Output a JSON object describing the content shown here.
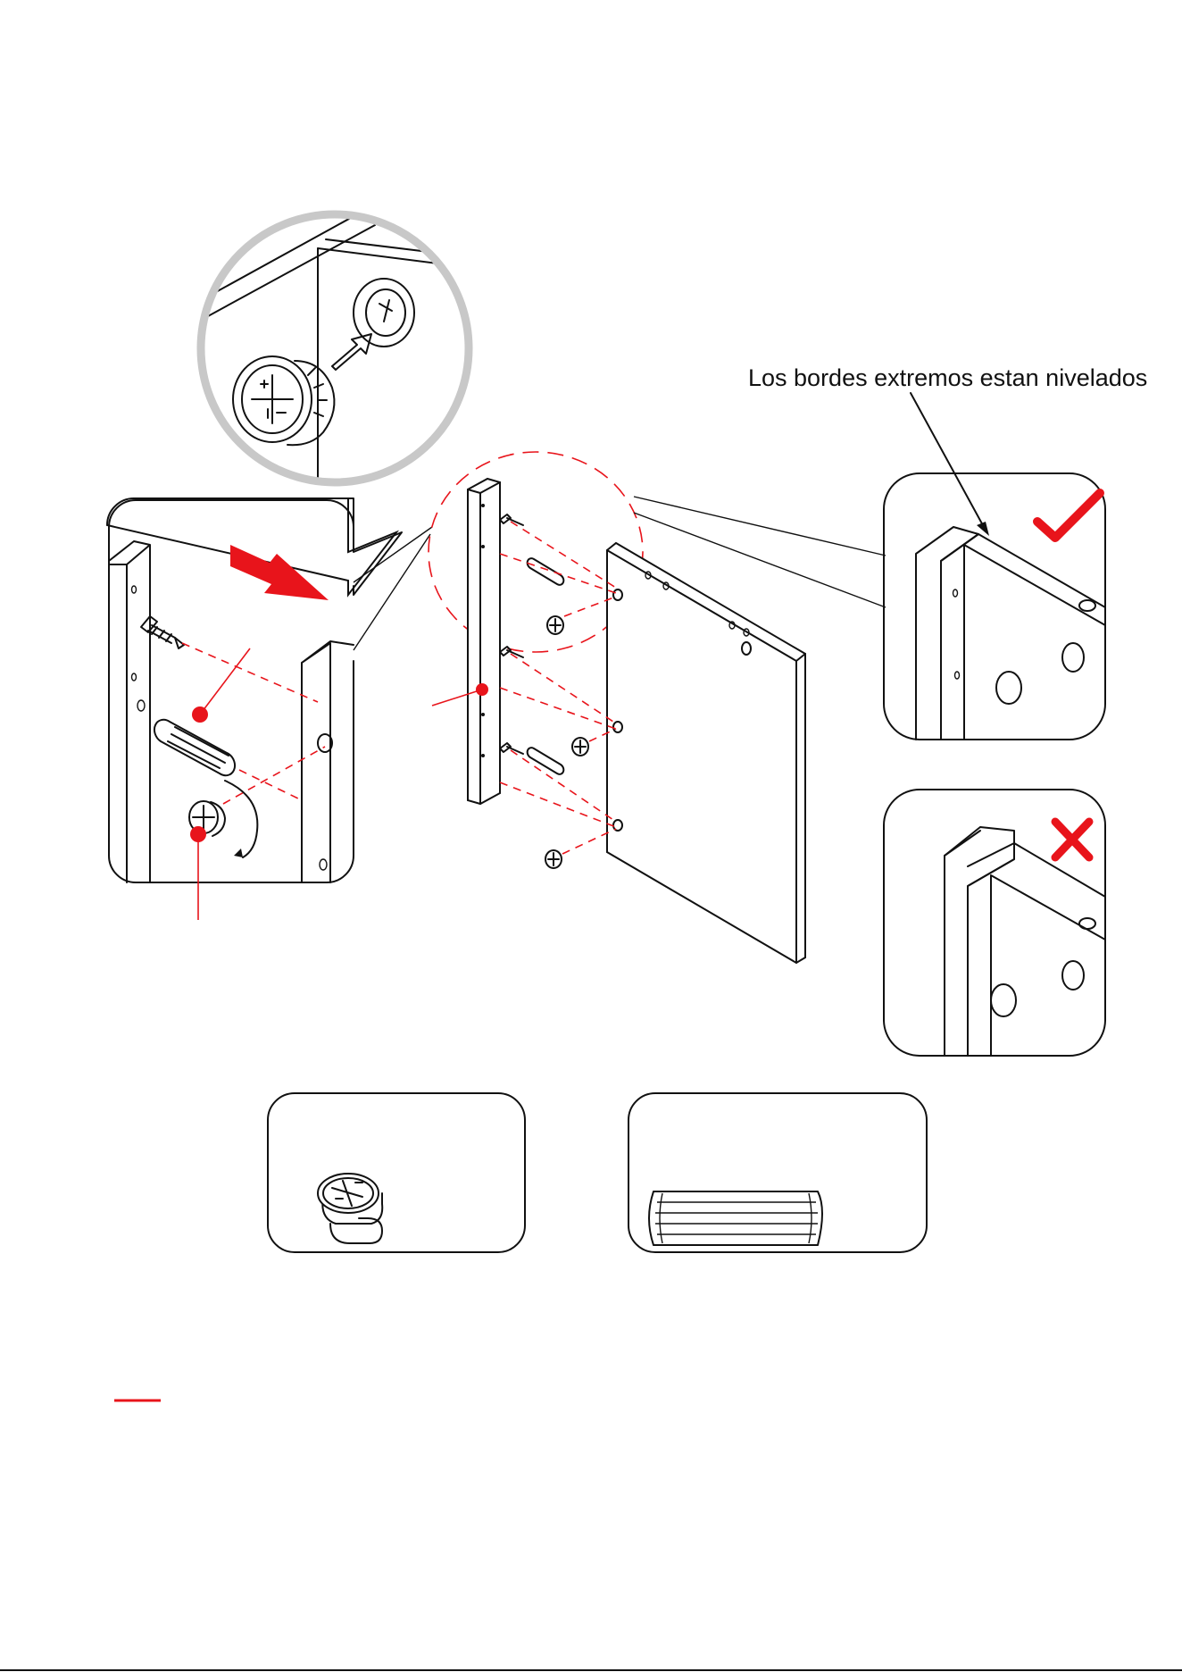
{
  "caption": {
    "text": "Los bordes extremos estan nivelados"
  },
  "marks": {
    "correct_symbol": "check-mark",
    "incorrect_symbol": "x-mark"
  },
  "colors": {
    "accent": "#e8141b",
    "ink": "#111111",
    "magnifier_ring": "#c8c8c8"
  }
}
